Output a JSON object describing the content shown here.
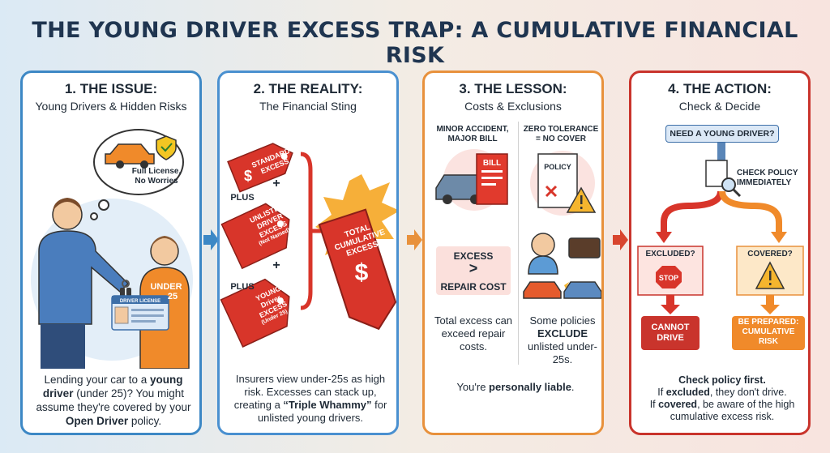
{
  "title": "THE YOUNG DRIVER EXCESS TRAP: A CUMULATIVE FINANCIAL RISK",
  "panel1": {
    "heading": "1. THE ISSUE:",
    "sub": "Young Drivers & Hidden Risks",
    "bubble_l1": "Full License,",
    "bubble_l2": "No Worries",
    "license_label": "DRIVER LICENSE",
    "under_label": "UNDER",
    "under_age": "25",
    "body_a": "Lending your car to a ",
    "body_b": "young driver",
    "body_c": " (under 25)? You might assume they're covered by your ",
    "body_d": "Open Driver",
    "body_e": " policy."
  },
  "panel2": {
    "heading": "2. THE REALITY:",
    "sub": "The Financial Sting",
    "tag1_l1": "STANDARD",
    "tag1_l2": "EXCESS",
    "plus1": "+",
    "plus_label1": "PLUS",
    "tag2_l1": "UNLISTED",
    "tag2_l2": "DRIVER",
    "tag2_l3": "EXCESS",
    "tag2_l4": "(Not Named)",
    "plus2": "+",
    "plus_label2": "PLUS",
    "tag3_l1": "YOUNG",
    "tag3_l2": "Driver",
    "tag3_l3": "EXCESS",
    "tag3_l4": "(Under 25)",
    "total_l1": "TOTAL",
    "total_l2": "CUMULATIVE",
    "total_l3": "EXCESS",
    "dollar": "$",
    "body_a": "Insurers view under-25s as high risk. Excesses can stack up, creating a ",
    "body_b": "“Triple Whammy”",
    "body_c": " for unlisted young drivers."
  },
  "panel3": {
    "heading": "3. THE LESSON:",
    "sub": "Costs & Exclusions",
    "left_title_l1": "MINOR ACCIDENT,",
    "left_title_l2": "MAJOR BILL",
    "bill_label": "BILL",
    "right_title_l1": "ZERO TOLERANCE",
    "right_title_l2": "= NO COVER",
    "policy_label": "POLICY",
    "excess_label": "EXCESS",
    "gt": ">",
    "repair_label": "REPAIR COST",
    "left_body": "Total excess can exceed repair costs.",
    "right_body_a": "Some policies ",
    "right_body_b": "EXCLUDE",
    "right_body_c": " unlisted under-25s.",
    "footer_a": "You're ",
    "footer_b": "personally liable",
    "footer_c": "."
  },
  "panel4": {
    "heading": "4. THE ACTION:",
    "sub": "Check & Decide",
    "need_label": "NEED A YOUNG DRIVER?",
    "check_l1": "CHECK POLICY",
    "check_l2": "IMMEDIATELY",
    "excluded_q": "EXCLUDED?",
    "stop_label": "STOP",
    "covered_q": "COVERED?",
    "cannot_l1": "CANNOT",
    "cannot_l2": "DRIVE",
    "prepared_l1": "BE PREPARED:",
    "prepared_l2": "CUMULATIVE",
    "prepared_l3": "RISK",
    "body_l1": "Check policy first.",
    "body_l2a": "If ",
    "body_l2b": "excluded",
    "body_l2c": ", they don't drive.",
    "body_l3a": "If ",
    "body_l3b": "covered",
    "body_l3c": ", be aware of the high cumulative excess risk."
  },
  "colors": {
    "blue": "#3d88c5",
    "orange": "#e8913c",
    "red": "#c9342c",
    "tag_red": "#d8352a"
  }
}
